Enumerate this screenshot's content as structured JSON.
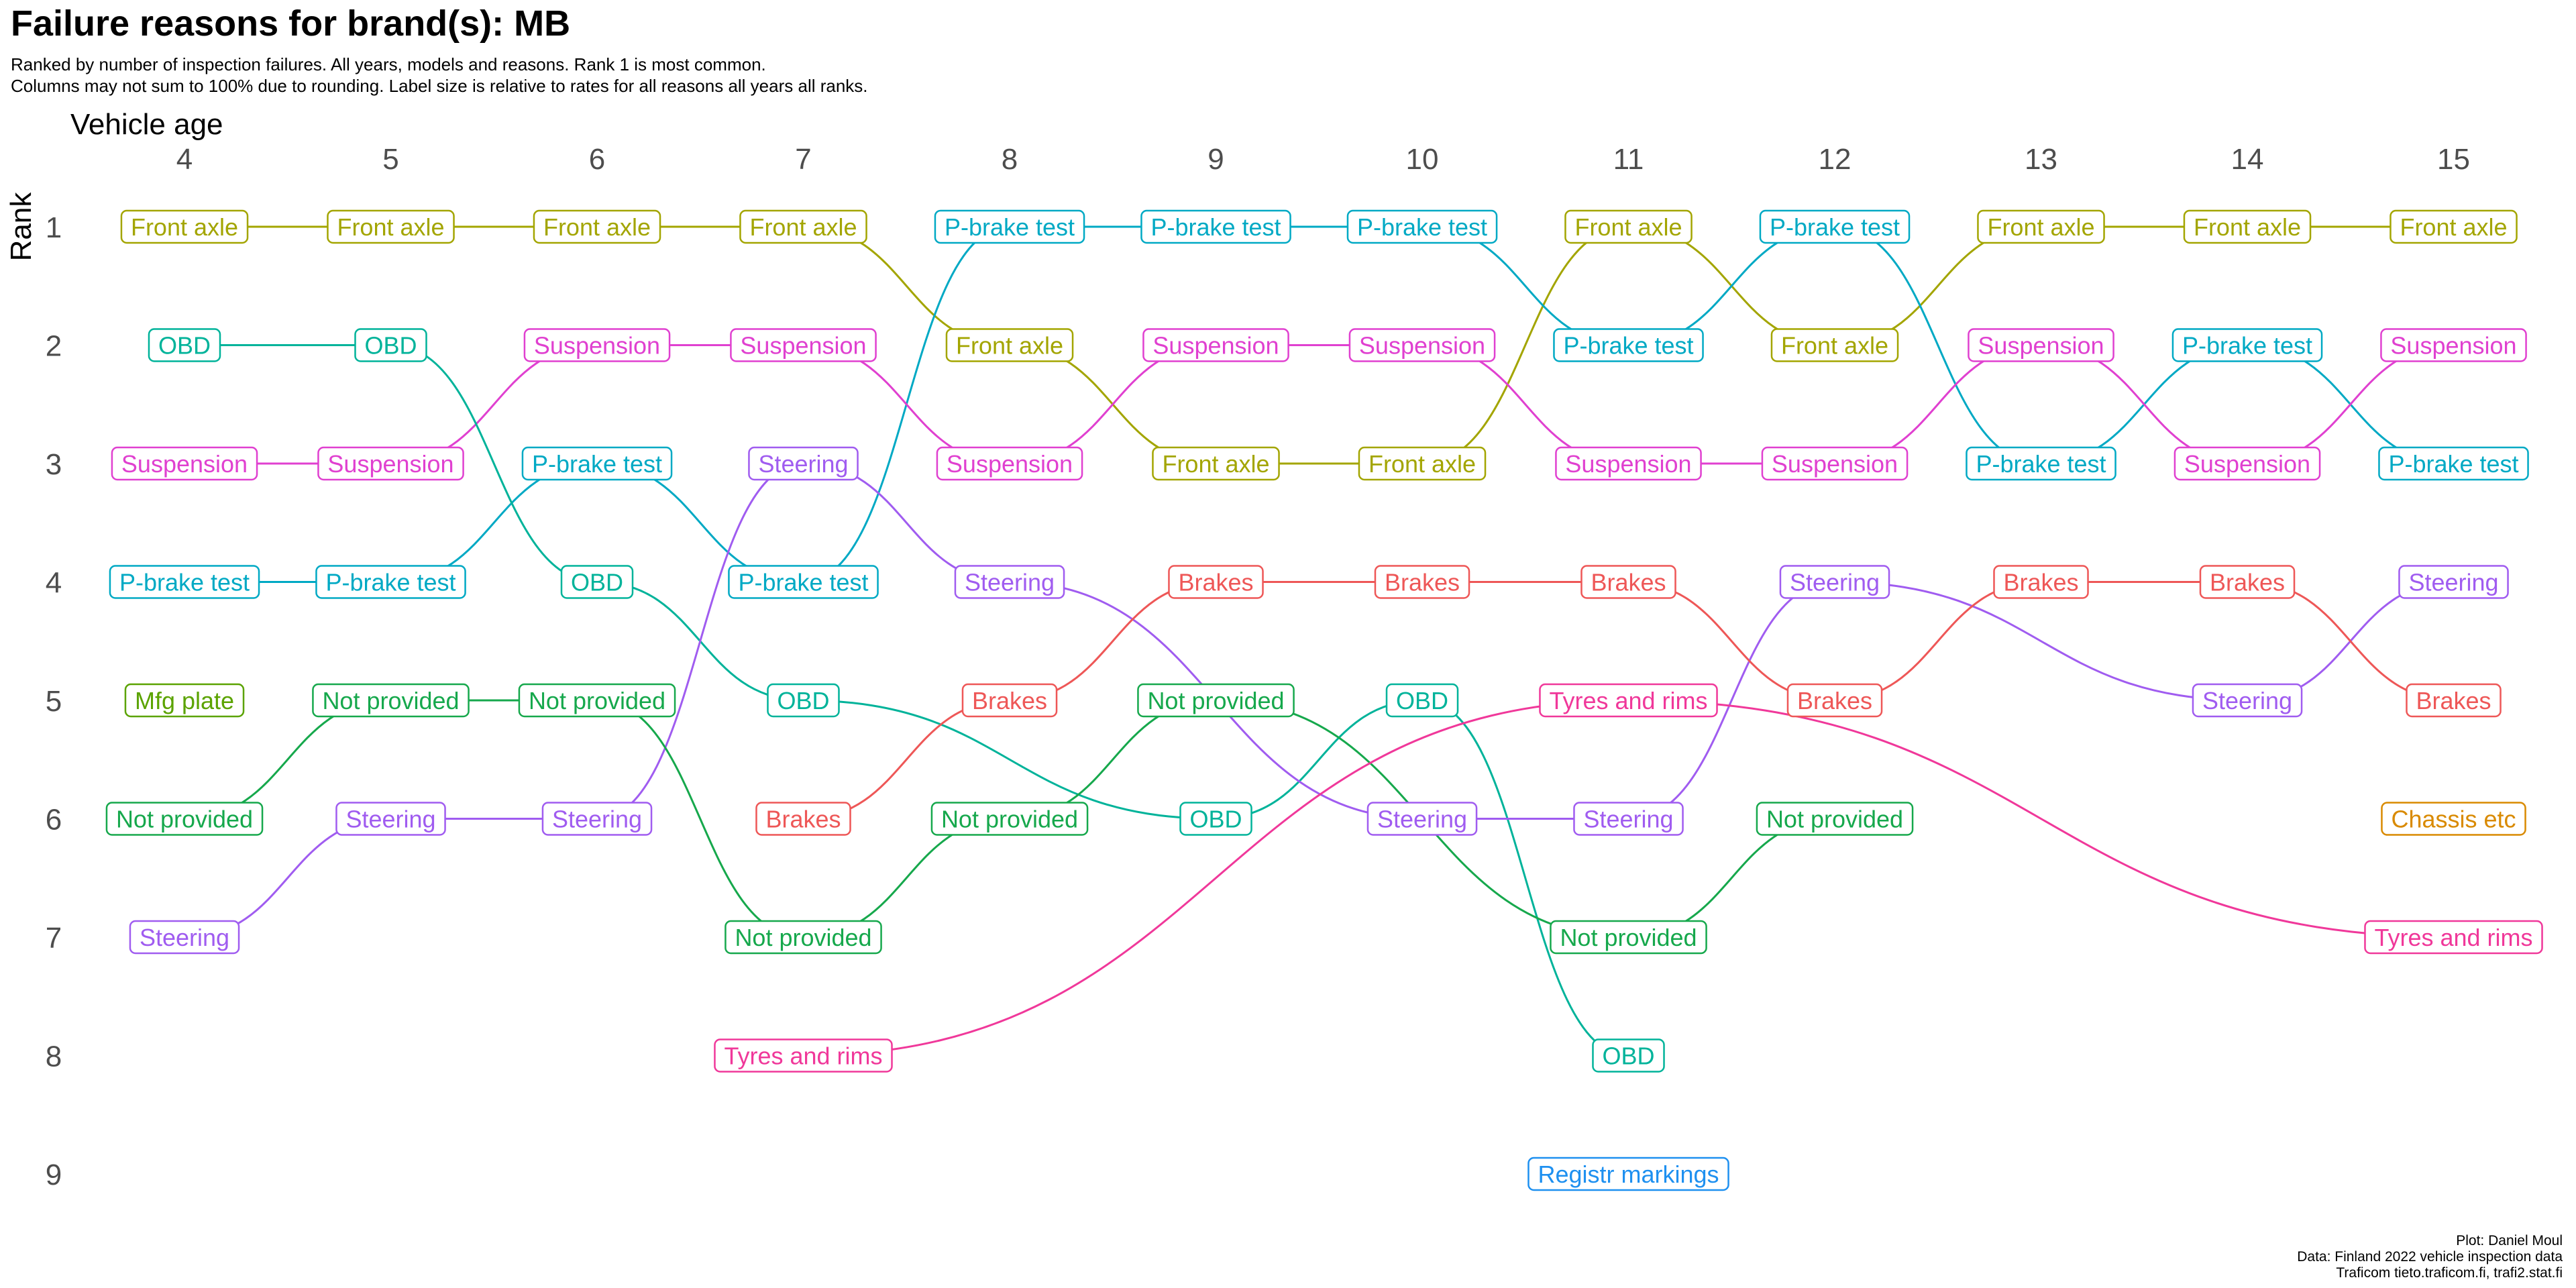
{
  "chart_data": {
    "type": "bump",
    "title": "Failure reasons for brand(s): MB",
    "subtitle": [
      "Ranked by number of inspection failures. All years, models and reasons. Rank 1 is most common.",
      "Columns may not sum to 100% due to rounding. Label size is relative to rates for all reasons all years all ranks."
    ],
    "xlabel": "Vehicle age",
    "ylabel": "Rank",
    "x": [
      4,
      5,
      6,
      7,
      8,
      9,
      10,
      11,
      12,
      13,
      14,
      15
    ],
    "ranks": [
      1,
      2,
      3,
      4,
      5,
      6,
      7,
      8,
      9
    ],
    "series": [
      {
        "name": "Front axle",
        "color": "#A3A500",
        "points": [
          [
            4,
            1
          ],
          [
            5,
            1
          ],
          [
            6,
            1
          ],
          [
            7,
            1
          ],
          [
            8,
            2
          ],
          [
            9,
            3
          ],
          [
            10,
            3
          ],
          [
            11,
            1
          ],
          [
            12,
            2
          ],
          [
            13,
            1
          ],
          [
            14,
            1
          ],
          [
            15,
            1
          ]
        ]
      },
      {
        "name": "P-brake test",
        "color": "#00A9C4",
        "points": [
          [
            4,
            4
          ],
          [
            5,
            4
          ],
          [
            6,
            3
          ],
          [
            7,
            4
          ],
          [
            8,
            1
          ],
          [
            9,
            1
          ],
          [
            10,
            1
          ],
          [
            11,
            2
          ],
          [
            12,
            1
          ],
          [
            13,
            3
          ],
          [
            14,
            2
          ],
          [
            15,
            3
          ]
        ]
      },
      {
        "name": "Suspension",
        "color": "#E040D0",
        "points": [
          [
            4,
            3
          ],
          [
            5,
            3
          ],
          [
            6,
            2
          ],
          [
            7,
            2
          ],
          [
            8,
            3
          ],
          [
            9,
            2
          ],
          [
            10,
            2
          ],
          [
            11,
            3
          ],
          [
            12,
            3
          ],
          [
            13,
            2
          ],
          [
            14,
            3
          ],
          [
            15,
            2
          ]
        ]
      },
      {
        "name": "OBD",
        "color": "#00B39A",
        "points": [
          [
            4,
            2
          ],
          [
            5,
            2
          ],
          [
            6,
            4
          ],
          [
            7,
            5
          ],
          [
            9,
            6
          ],
          [
            10,
            5
          ],
          [
            11,
            8
          ]
        ]
      },
      {
        "name": "Steering",
        "color": "#A05CF0",
        "points": [
          [
            4,
            7
          ],
          [
            5,
            6
          ],
          [
            6,
            6
          ],
          [
            7,
            3
          ],
          [
            8,
            4
          ],
          [
            10,
            6
          ],
          [
            11,
            6
          ],
          [
            12,
            4
          ],
          [
            14,
            5
          ],
          [
            15,
            4
          ]
        ]
      },
      {
        "name": "Not provided",
        "color": "#16A84C",
        "points": [
          [
            4,
            6
          ],
          [
            5,
            5
          ],
          [
            6,
            5
          ],
          [
            7,
            7
          ],
          [
            8,
            6
          ],
          [
            9,
            5
          ],
          [
            11,
            7
          ],
          [
            12,
            6
          ]
        ]
      },
      {
        "name": "Brakes",
        "color": "#EE5757",
        "points": [
          [
            7,
            6
          ],
          [
            8,
            5
          ],
          [
            9,
            4
          ],
          [
            10,
            4
          ],
          [
            11,
            4
          ],
          [
            12,
            5
          ],
          [
            13,
            4
          ],
          [
            14,
            4
          ],
          [
            15,
            5
          ]
        ]
      },
      {
        "name": "Tyres and rims",
        "color": "#F0389A",
        "points": [
          [
            7,
            8
          ],
          [
            11,
            5
          ],
          [
            15,
            7
          ]
        ]
      },
      {
        "name": "Mfg plate",
        "color": "#5BA300",
        "points": [
          [
            4,
            5
          ]
        ]
      },
      {
        "name": "Chassis etc",
        "color": "#D98A00",
        "points": [
          [
            15,
            6
          ]
        ]
      },
      {
        "name": "Registr markings",
        "color": "#1E90F0",
        "points": [
          [
            11,
            9
          ]
        ]
      }
    ],
    "caption": [
      "Plot: Daniel Moul",
      "Data: Finland 2022 vehicle inspection data",
      "Traficom tieto.traficom.fi, trafi2.stat.fi"
    ],
    "legend": "none",
    "grid": false
  }
}
